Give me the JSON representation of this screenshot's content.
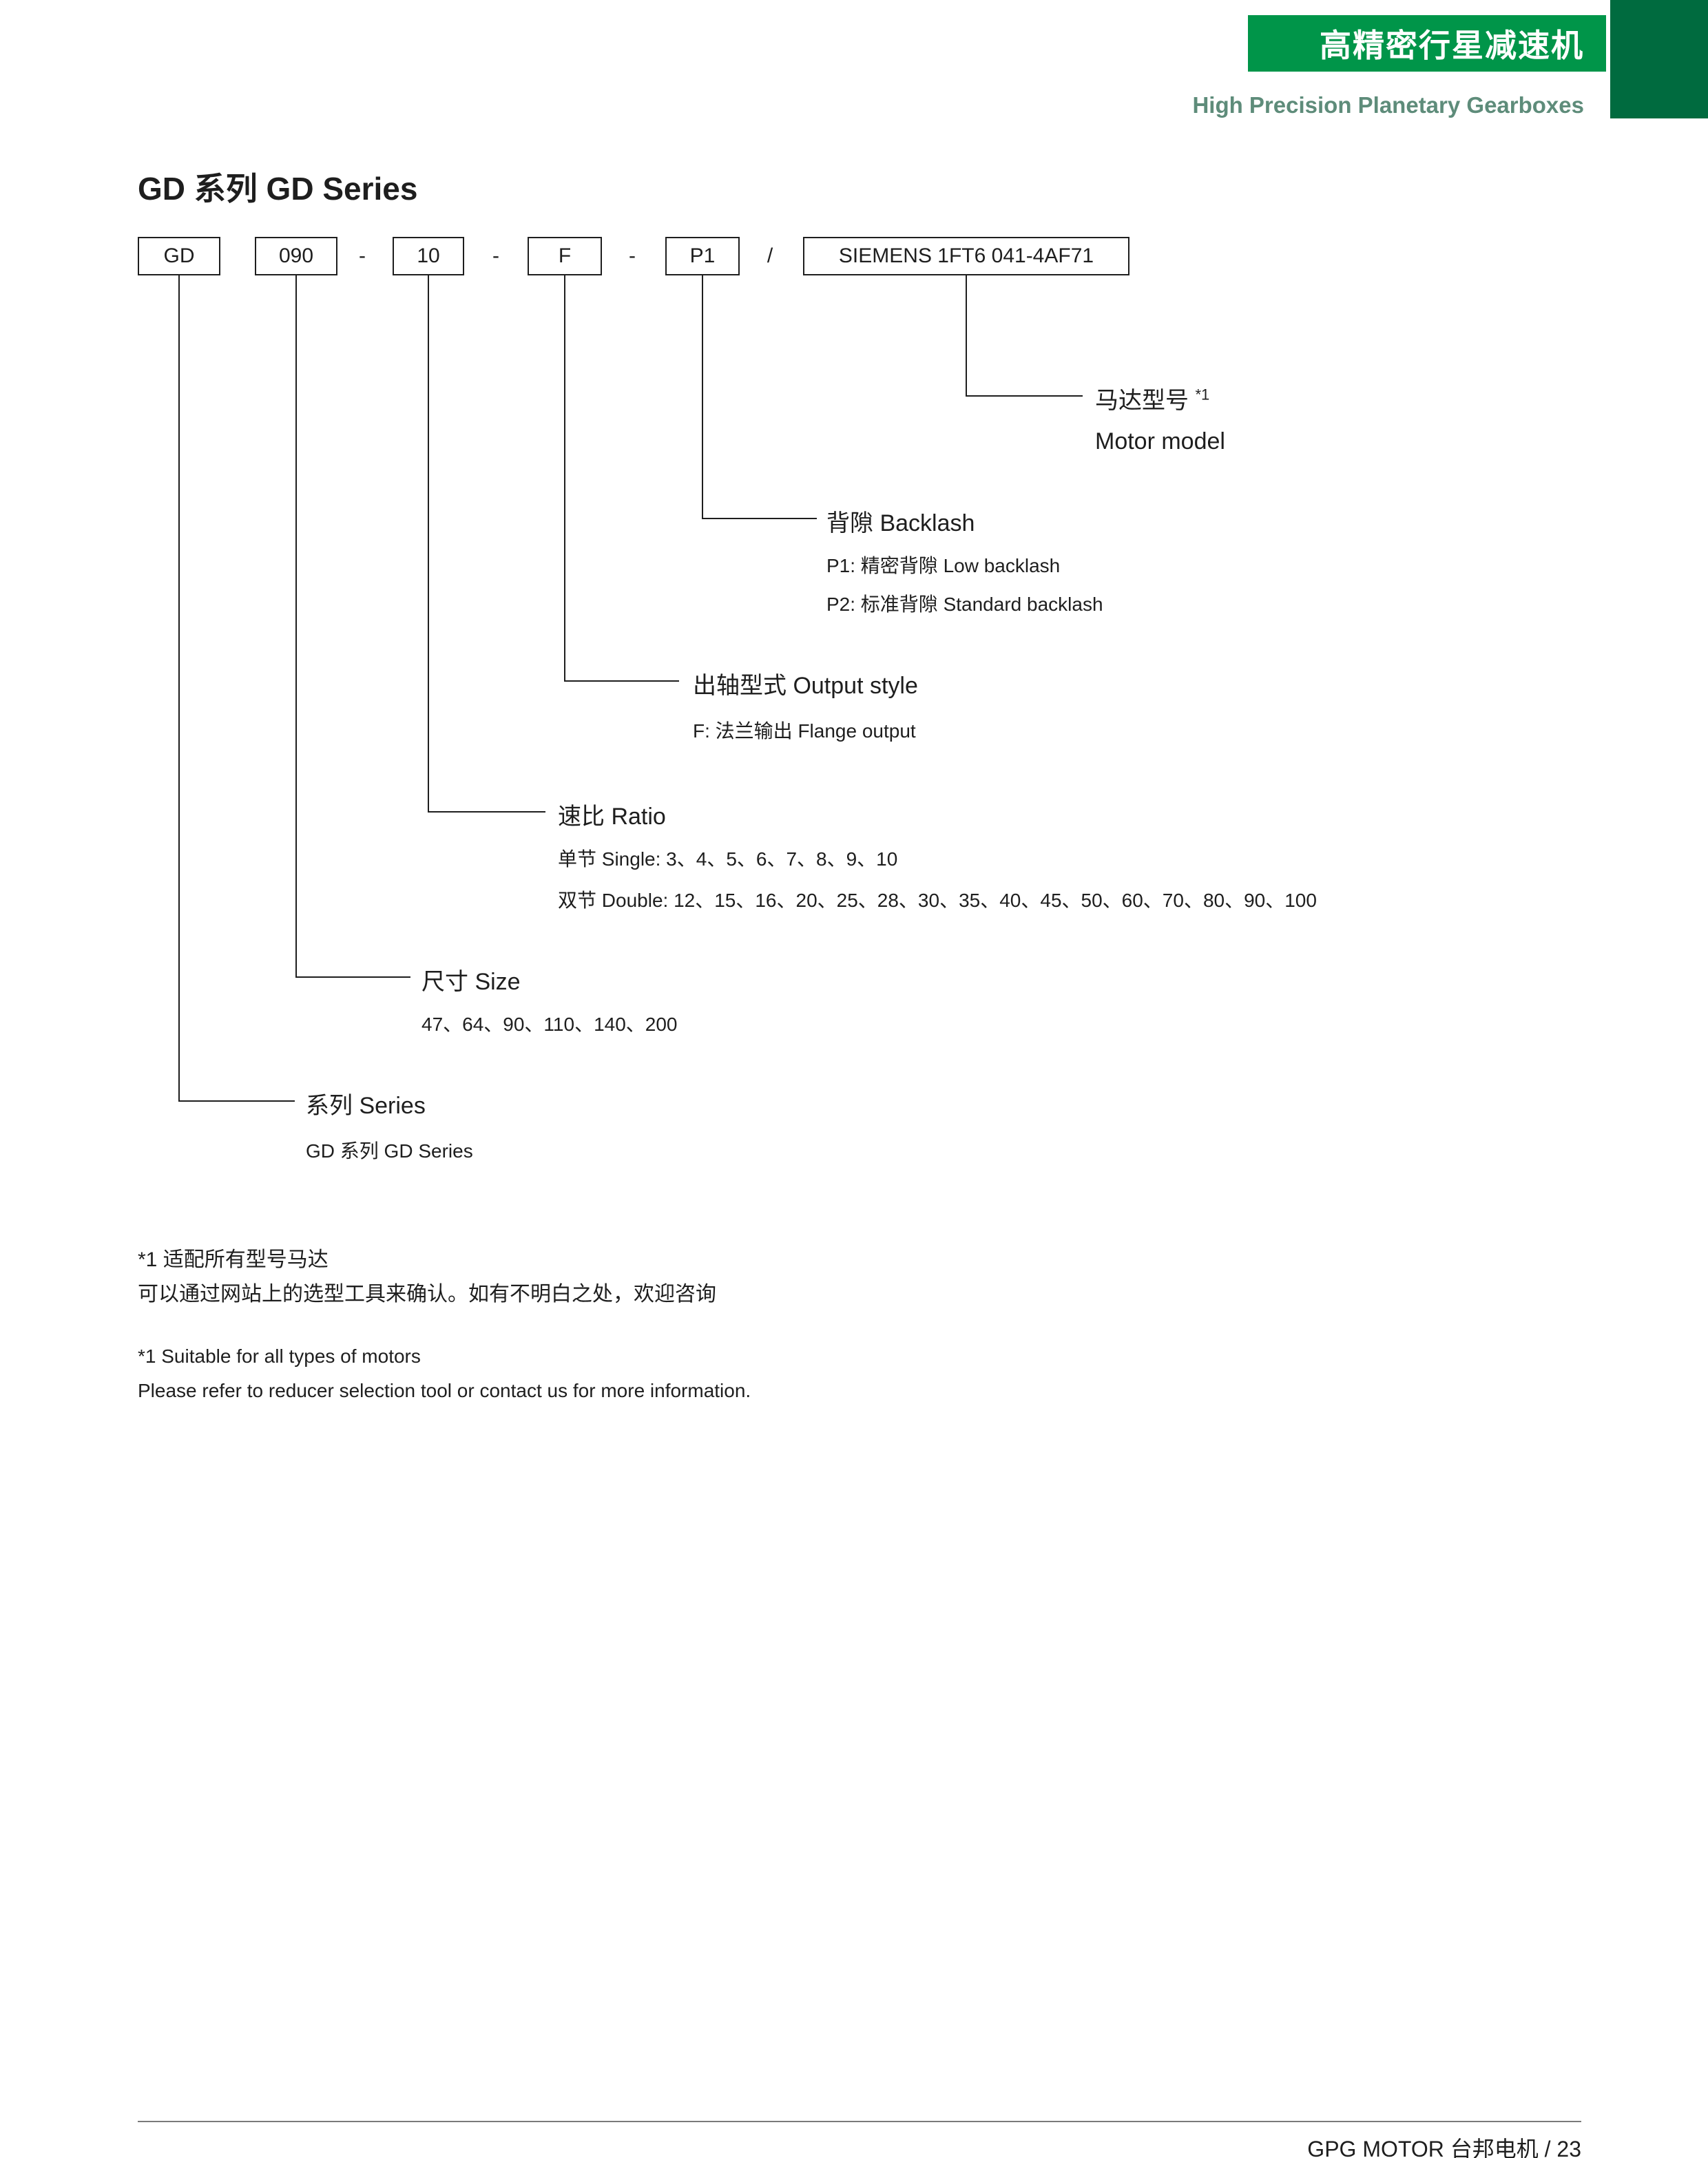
{
  "header": {
    "banner_title": "高精密行星减速机",
    "subtitle": "High Precision Planetary Gearboxes"
  },
  "page": {
    "title": "GD 系列 GD Series"
  },
  "model_code": {
    "segments": [
      "GD",
      "090",
      "10",
      "F",
      "P1",
      "SIEMENS 1FT6 041-4AF71"
    ],
    "separators": [
      "-",
      "-",
      "-",
      "/"
    ]
  },
  "callouts": {
    "motor": {
      "title_zh": "马达型号",
      "note_ref": "*1",
      "title_en": "Motor model"
    },
    "backlash": {
      "title": "背隙 Backlash",
      "line1": "P1: 精密背隙 Low backlash",
      "line2": "P2: 标准背隙 Standard backlash"
    },
    "output": {
      "title": "出轴型式 Output style",
      "line1": "F: 法兰输出 Flange output"
    },
    "ratio": {
      "title": "速比 Ratio",
      "line1": "单节 Single: 3、4、5、6、7、8、9、10",
      "line2": "双节 Double: 12、15、16、20、25、28、30、35、40、45、50、60、70、80、90、100"
    },
    "size": {
      "title": "尺寸 Size",
      "line1": "47、64、90、110、140、200"
    },
    "series": {
      "title": "系列 Series",
      "line1": "GD 系列 GD Series"
    }
  },
  "footnotes": {
    "zh1": "*1 适配所有型号马达",
    "zh2": "可以通过网站上的选型工具来确认。如有不明白之处，欢迎咨询",
    "en1": "*1 Suitable for all types of motors",
    "en2": "Please refer to reducer selection tool or contact us for more information."
  },
  "footer": {
    "text": "GPG MOTOR 台邦电机  /  23"
  },
  "colors": {
    "banner_green": "#009549",
    "corner_green": "#006B3F",
    "subtitle_green": "#5E8C7A"
  }
}
